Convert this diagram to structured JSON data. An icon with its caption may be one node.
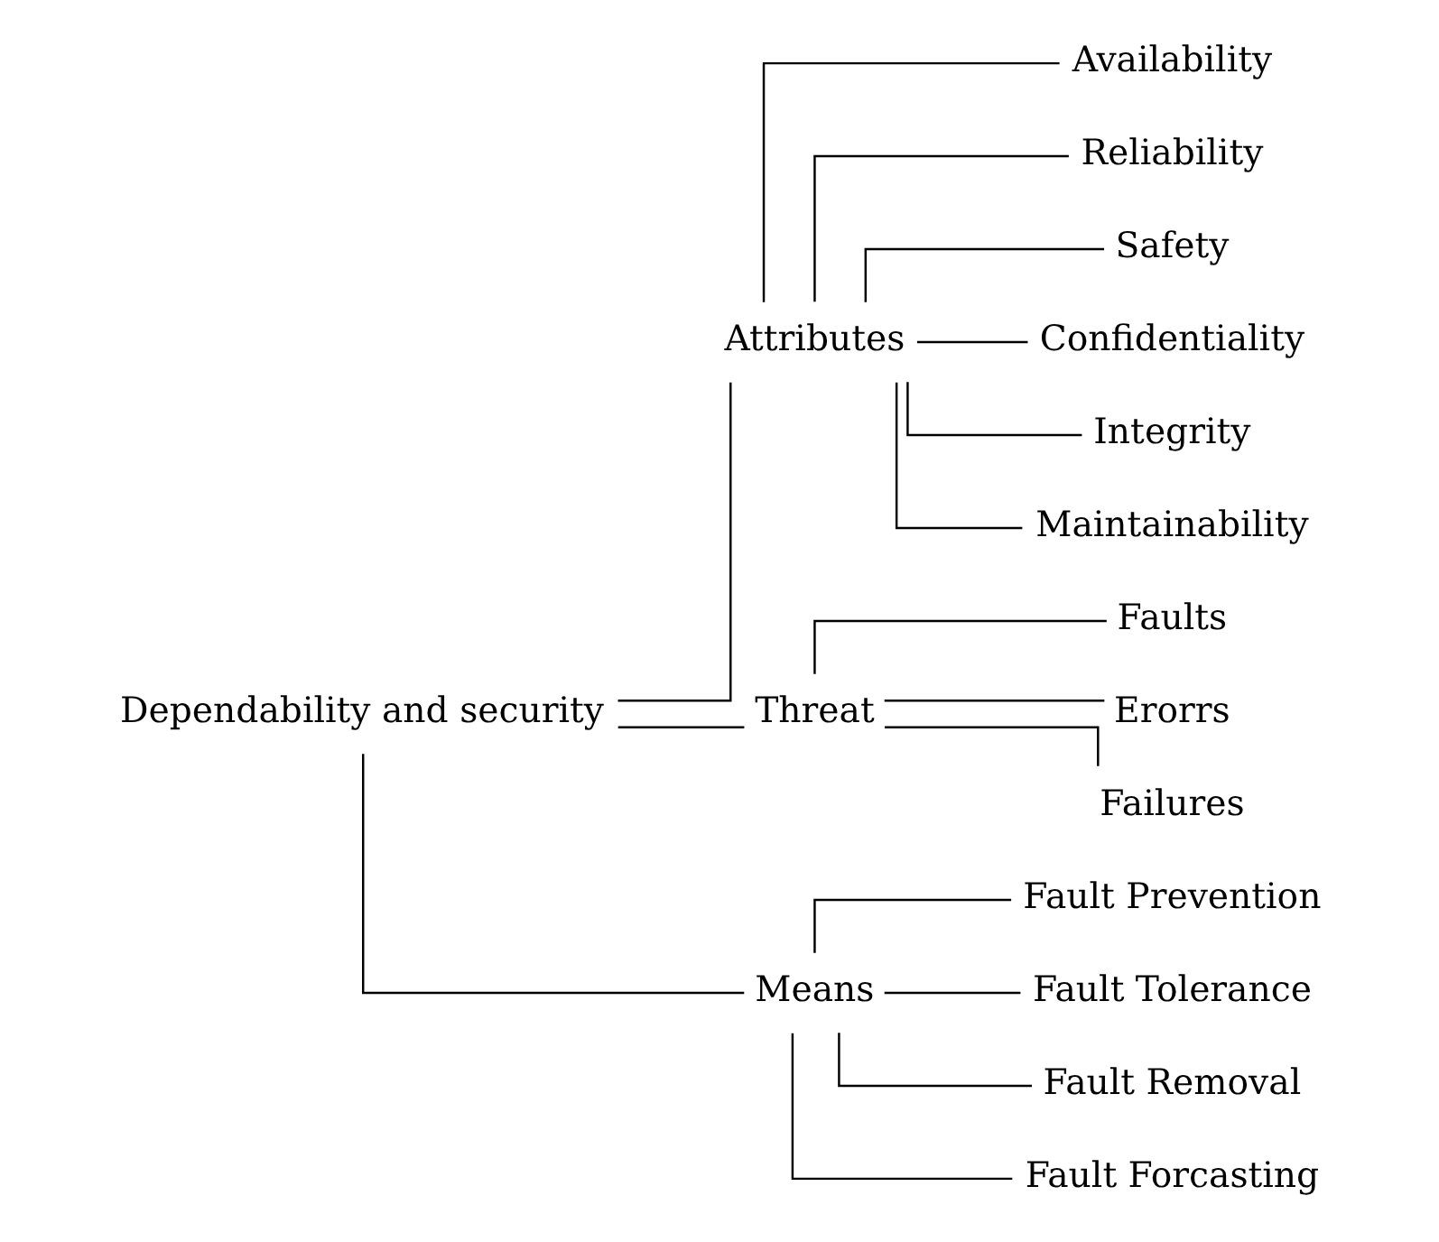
{
  "diagram": {
    "nodes": [
      {
        "text": [
          "Dependability and security"
        ]
      },
      {
        "text": [
          "Attributes"
        ]
      },
      {
        "text": [
          "Availability"
        ]
      },
      {
        "text": [
          "Reliability"
        ]
      },
      {
        "text": [
          "Safety"
        ]
      },
      {
        "text": [
          "Confidentiality"
        ]
      },
      {
        "text": [
          "Integrity"
        ]
      },
      {
        "text": [
          "Maintainability"
        ]
      },
      {
        "text": [
          "Threat"
        ]
      },
      {
        "text": [
          "Faults"
        ]
      },
      {
        "text": [
          "Erorrs"
        ]
      },
      {
        "text": [
          "Failures"
        ]
      },
      {
        "text": [
          "Means"
        ]
      },
      {
        "text": [
          "Fault Prevention"
        ]
      },
      {
        "text": [
          "Fault Tolerance"
        ]
      },
      {
        "text": [
          "Fault Removal"
        ]
      },
      {
        "text": [
          "Fault Forcasting"
        ]
      }
    ],
    "edges": [
      {
        "from": 0,
        "to": 1,
        "arrow": "none"
      },
      {
        "from": 0,
        "to": 8,
        "arrow": "none"
      },
      {
        "from": 0,
        "to": 12,
        "arrow": "none"
      },
      {
        "from": 1,
        "to": 2,
        "arrow": "none"
      },
      {
        "from": 1,
        "to": 3,
        "arrow": "none"
      },
      {
        "from": 1,
        "to": 4,
        "arrow": "none"
      },
      {
        "from": 1,
        "to": 5,
        "arrow": "none"
      },
      {
        "from": 1,
        "to": 6,
        "arrow": "none"
      },
      {
        "from": 1,
        "to": 7,
        "arrow": "none"
      },
      {
        "from": 8,
        "to": 9,
        "arrow": "none"
      },
      {
        "from": 8,
        "to": 10,
        "arrow": "none"
      },
      {
        "from": 8,
        "to": 11,
        "arrow": "none"
      },
      {
        "from": 12,
        "to": 13,
        "arrow": "none"
      },
      {
        "from": 12,
        "to": 14,
        "arrow": "none"
      },
      {
        "from": 12,
        "to": 15,
        "arrow": "none"
      },
      {
        "from": 12,
        "to": 16,
        "arrow": "none"
      }
    ]
  }
}
